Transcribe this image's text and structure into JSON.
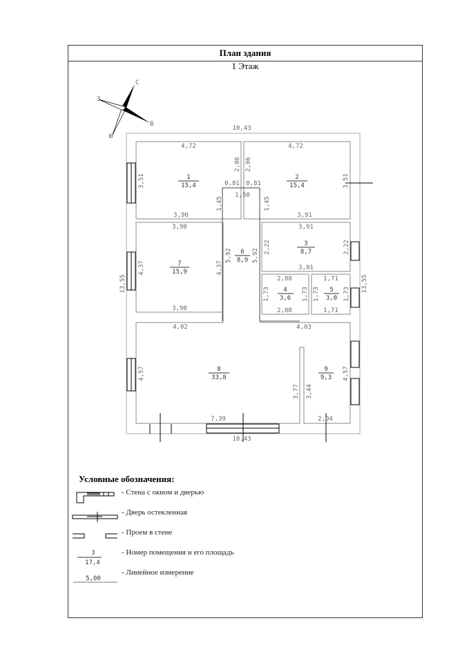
{
  "header": {
    "title": "План здания",
    "floor": "1 Этаж"
  },
  "compass": {
    "labels": [
      "С",
      "З",
      "В",
      "Ю"
    ]
  },
  "dimensions": {
    "total_width_top": "10,43",
    "total_width_bottom": "10,43",
    "total_height_left": "13,55",
    "total_height_right": "13,55",
    "r1_top": "4,72",
    "r1_bottom": "3,90",
    "r1_left": "3,51",
    "r1_right": "2,06",
    "r1_notch": "0,81",
    "r2_top": "4,72",
    "r2_bottom": "3,91",
    "r2_right": "3,51",
    "r2_left": "2,06",
    "r2_notch": "0,81",
    "corr_top": "1,50",
    "corr_left_small": "1,45",
    "corr_right_small": "1,45",
    "corr_left": "5,92",
    "corr_right": "5,92",
    "r7_top": "3,90",
    "r7_bottom": "3,90",
    "r7_left": "4,37",
    "r7_right": "4,37",
    "r3_top": "3,91",
    "r3_bottom": "3,91",
    "r3_left": "2,22",
    "r3_right": "2,22",
    "r4_top": "2,08",
    "r4_bottom": "2,08",
    "r4_left": "1,73",
    "r4_right": "1,73",
    "r5_top": "1,71",
    "r5_bottom": "1,71",
    "r5_left": "1,73",
    "r5_right": "1,73",
    "r8_top": "4,02",
    "r8_bottom": "7,39",
    "r8_left": "4,57",
    "r8_right": "3,77",
    "r9_top": "4,03",
    "r9_bottom": "2,04",
    "r9_left": "3,44",
    "r9_right": "4,57"
  },
  "rooms": [
    {
      "number": "1",
      "area": "15,4"
    },
    {
      "number": "2",
      "area": "15,4"
    },
    {
      "number": "3",
      "area": "8,7"
    },
    {
      "number": "4",
      "area": "3,6"
    },
    {
      "number": "5",
      "area": "3,0"
    },
    {
      "number": "6",
      "area": "8,9"
    },
    {
      "number": "7",
      "area": "15,9"
    },
    {
      "number": "8",
      "area": "33,8"
    },
    {
      "number": "9",
      "area": "9,3"
    }
  ],
  "legend": {
    "title": "Условные обозначения:",
    "items": [
      "- Стена с окном и дверью",
      "- Дверь остекленная",
      "- Проем в стене",
      "- Номер помещения и его площадь",
      "- Линейное измерение"
    ],
    "sample_room_number": "3",
    "sample_room_area": "17,4",
    "sample_dimension": "5,00"
  }
}
